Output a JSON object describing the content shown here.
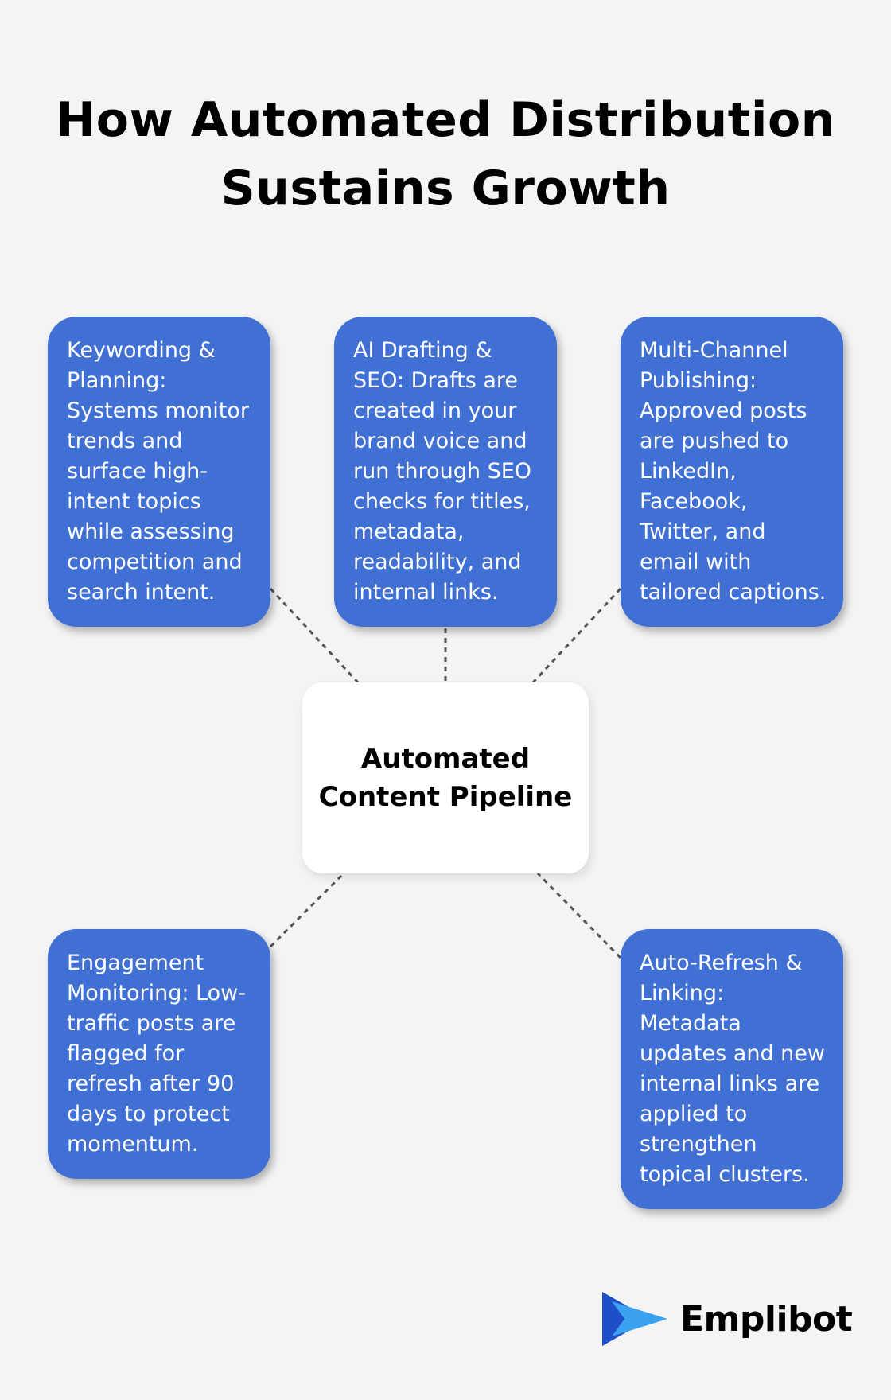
{
  "title": "How Automated Distribution Sustains Growth",
  "center": {
    "label": "Automated Content Pipeline"
  },
  "nodes": [
    {
      "text": "Keywording & Planning: Systems monitor trends and surface high-intent topics while assessing competition and search intent."
    },
    {
      "text": "AI Drafting & SEO: Drafts are created in your brand voice and run through SEO checks for titles, metadata, readability, and internal links."
    },
    {
      "text": "Multi-Channel Publishing: Approved posts are pushed to LinkedIn, Facebook, Twitter, and email with tailored captions."
    },
    {
      "text": "Engagement Monitoring: Low-traffic posts are flagged for refresh after 90 days to protect momentum."
    },
    {
      "text": "Auto-Refresh & Linking: Metadata updates and new internal links are applied to strengthen topical clusters."
    }
  ],
  "brand": {
    "name": "Emplibot",
    "logo_icon": "play-arrow-logo-icon"
  },
  "colors": {
    "background": "#f4f4f4",
    "node_fill": "#4170d4",
    "center_fill": "#ffffff",
    "connector": "#555555",
    "logo_dark": "#1f4fc8",
    "logo_light": "#3aa0f0"
  }
}
